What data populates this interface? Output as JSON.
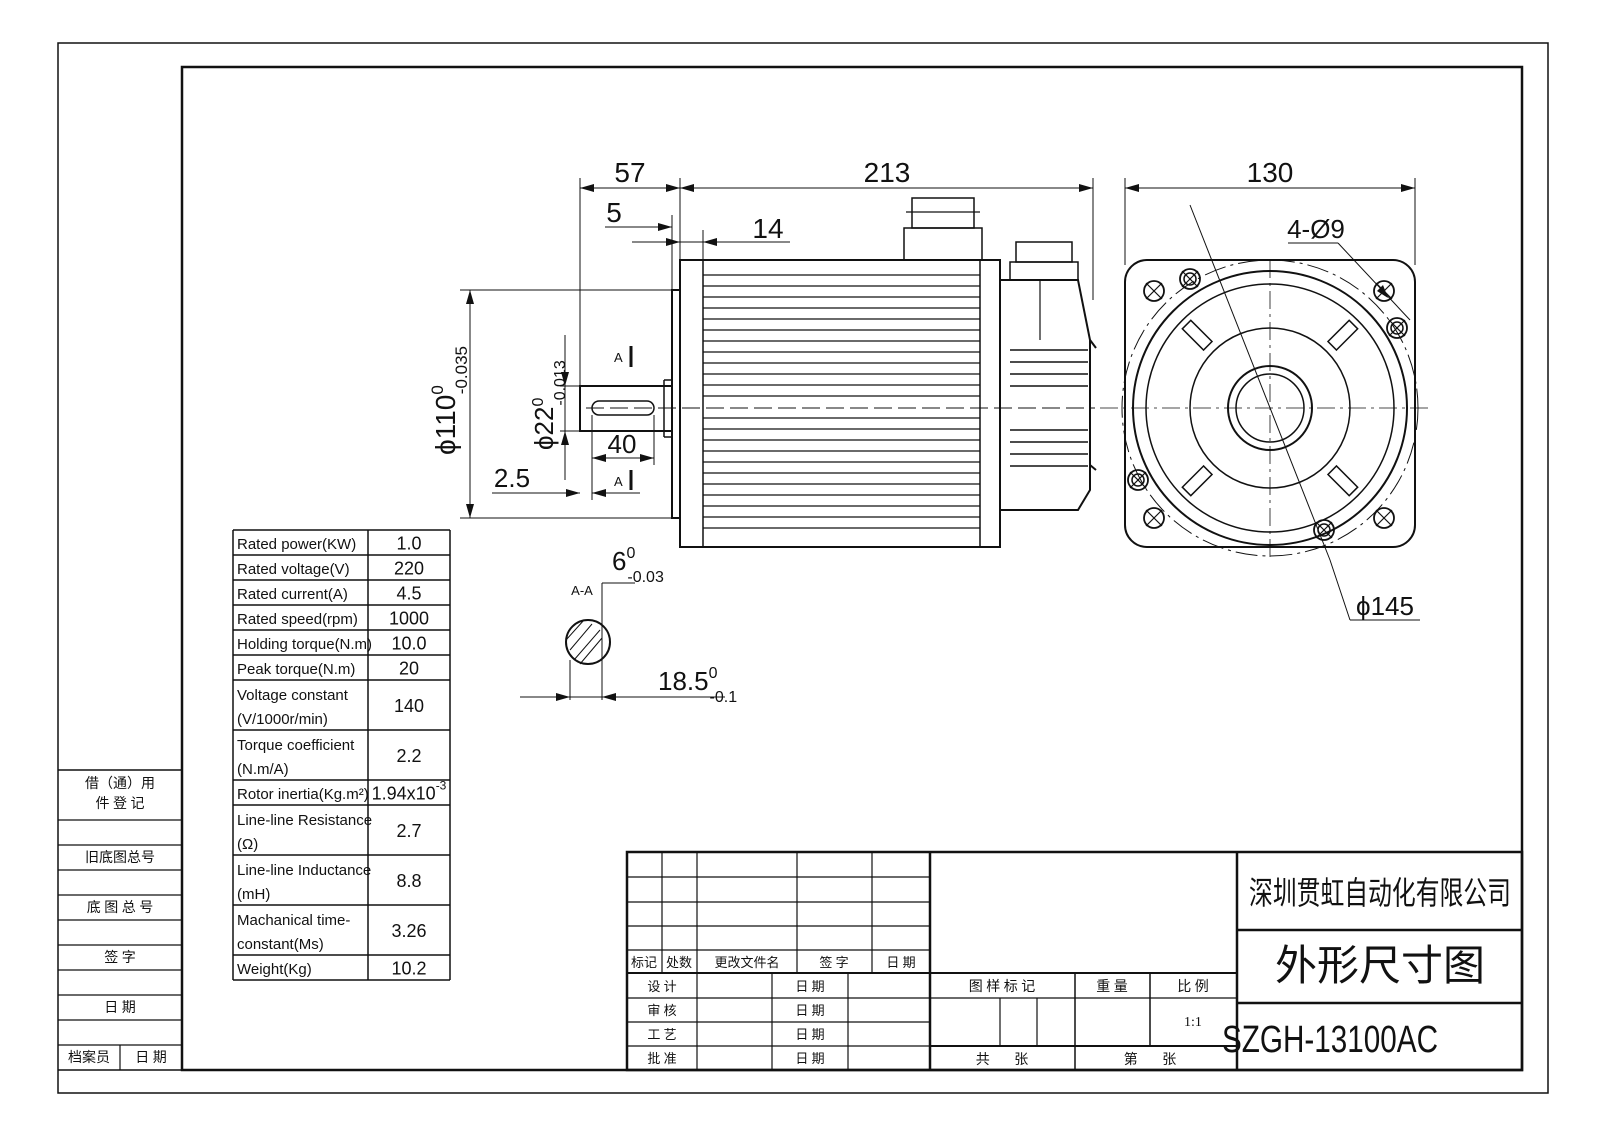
{
  "dimensions": {
    "overall_front": "57",
    "body_length": "213",
    "flange_width": "130",
    "flange_offset": "5",
    "flange_thickness": "14",
    "shaft_step": "2.5",
    "key_length": "40",
    "holes": "4-Ø9",
    "pitch_circle": "ϕ145",
    "body_dia": "ϕ110",
    "body_dia_tol_upper": "0",
    "body_dia_tol_lower": "-0.035",
    "shaft_dia": "ϕ22",
    "shaft_dia_tol_upper": "0",
    "shaft_dia_tol_lower": "-0.013",
    "key_width": "6",
    "key_width_tol_upper": "0",
    "key_width_tol_lower": "-0.03",
    "key_depth": "18.5",
    "key_depth_tol_upper": "0",
    "key_depth_tol_lower": "-0.1",
    "section_label": "A",
    "section_view_label": "A-A"
  },
  "specs": [
    {
      "label": "Rated power(KW)",
      "value": "1.0"
    },
    {
      "label": "Rated voltage(V)",
      "value": "220"
    },
    {
      "label": "Rated current(A)",
      "value": "4.5"
    },
    {
      "label": "Rated speed(rpm)",
      "value": "1000"
    },
    {
      "label": "Holding torque(N.m)",
      "value": "10.0"
    },
    {
      "label": "Peak torque(N.m)",
      "value": "20"
    },
    {
      "label": "Voltage constant",
      "label2": " (V/1000r/min)",
      "value": "140"
    },
    {
      "label": "Torque coefficient",
      "label2": " (N.m/A)",
      "value": "2.2"
    },
    {
      "label": "Rotor inertia(Kg.m²)",
      "value": "1.94x10",
      "exp": "-3"
    },
    {
      "label": "Line-line Resistance",
      "label2": " (Ω)",
      "value": "2.7"
    },
    {
      "label": "Line-line Inductance",
      "label2": " (mH)",
      "value": "8.8"
    },
    {
      "label": "Machanical time-",
      "label2": "constant(Ms)",
      "value": "3.26"
    },
    {
      "label": "Weight(Kg)",
      "value": "10.2"
    }
  ],
  "left_strip": {
    "row1a": "借（通）用",
    "row1b": "件  登  记",
    "row2": "旧底图总号",
    "row3": "底 图 总 号",
    "row4": "签    字",
    "row5": "日    期",
    "row6a": "档案员",
    "row6b": "日  期"
  },
  "title_block": {
    "company": "深圳贯虹自动化有限公司",
    "drawing_title": "外形尺寸图",
    "model": "SZGH-13100AC",
    "rev_headers": [
      "标记",
      "处数",
      "更改文件名",
      "签  字",
      "日 期"
    ],
    "design": "设  计",
    "review": "审  核",
    "process": "工  艺",
    "approve": "批  准",
    "date": "日  期",
    "sample_mark": "图 样 标 记",
    "weight": "重 量",
    "scale_label": "比 例",
    "scale_value": "1:1",
    "total_sheets": "共       张",
    "sheet_no": "第       张"
  }
}
